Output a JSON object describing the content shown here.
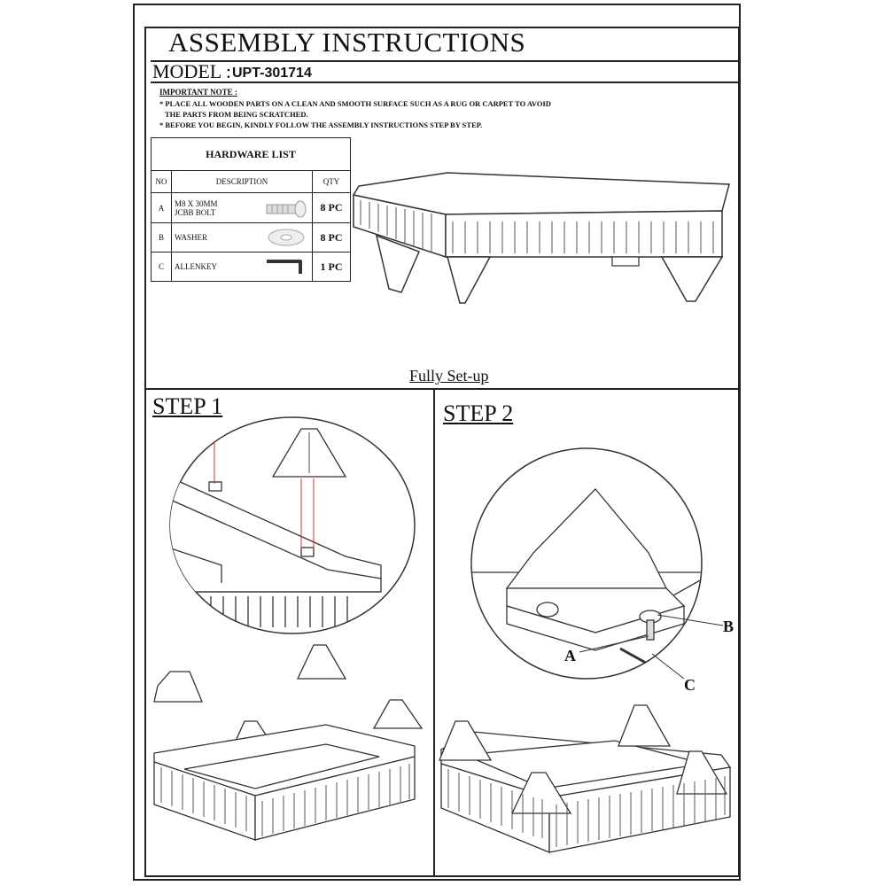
{
  "header": {
    "title": "ASSEMBLY INSTRUCTIONS",
    "model_label": "MODEL :",
    "model_value": "UPT-301714"
  },
  "notes": {
    "heading": "IMPORTANT NOTE :",
    "lines": [
      "* PLACE ALL WOODEN PARTS ON A CLEAN AND SMOOTH SURFACE SUCH AS A RUG OR CARPET TO AVOID",
      "THE PARTS FROM BEING SCRATCHED.",
      "* BEFORE YOU BEGIN, KINDLY FOLLOW THE ASSEMBLY INSTRUCTIONS STEP BY STEP."
    ]
  },
  "hardware": {
    "title": "HARDWARE LIST",
    "columns": [
      "NO",
      "DESCRIPTION",
      "QTY"
    ],
    "rows": [
      {
        "no": "A",
        "desc_line1": "M8 X 30MM",
        "desc_line2": "JCBB BOLT",
        "qty": "8 PC",
        "icon": "bolt-icon"
      },
      {
        "no": "B",
        "desc_line1": "WASHER",
        "desc_line2": "",
        "qty": "8 PC",
        "icon": "washer-icon"
      },
      {
        "no": "C",
        "desc_line1": "ALLENKEY",
        "desc_line2": "",
        "qty": "1 PC",
        "icon": "allen-key-icon"
      }
    ]
  },
  "figure_caption": "Fully Set-up",
  "steps": [
    {
      "label": "STEP 1"
    },
    {
      "label": "STEP 2",
      "callouts": [
        "A",
        "B",
        "C"
      ]
    }
  ]
}
